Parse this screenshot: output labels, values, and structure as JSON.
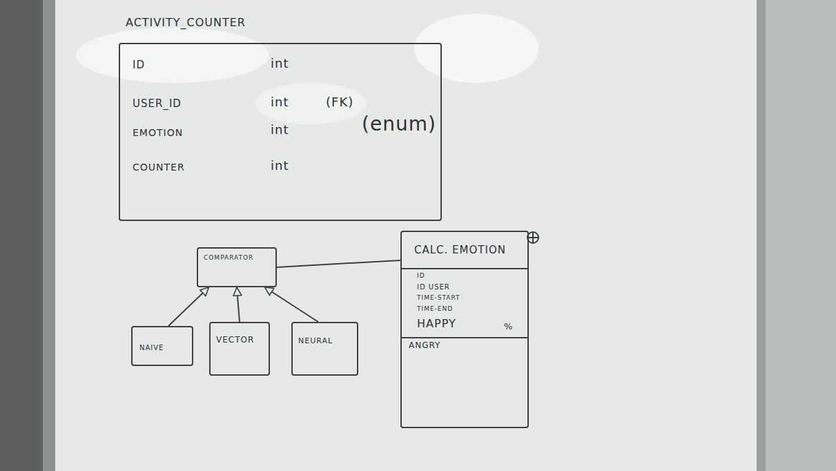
{
  "diagram": {
    "nodes": [
      {
        "text": [
          "ACTIVITY_COUNTER",
          "ID",
          "int",
          "USER_ID",
          "int",
          "(FK)",
          "EMOTION",
          "int",
          "(enum)",
          "COUNTER",
          "int"
        ]
      },
      {
        "text": [
          "COMPARATOR"
        ]
      },
      {
        "text": [
          "NAIVE"
        ]
      },
      {
        "text": [
          "VECTOR"
        ]
      },
      {
        "text": [
          "NEURAL"
        ]
      },
      {
        "text": [
          "CALC. EMOTION",
          "ID",
          "ID USER",
          "TIME-START",
          "TIME-END",
          "HAPPY",
          "%",
          "ANGRY"
        ]
      }
    ],
    "edges": [
      {
        "from": 2,
        "to": 1,
        "arrow": "to"
      },
      {
        "from": 3,
        "to": 1,
        "arrow": "to"
      },
      {
        "from": 4,
        "to": 1,
        "arrow": "to"
      },
      {
        "from": 1,
        "to": 5,
        "arrow": "none"
      }
    ]
  }
}
